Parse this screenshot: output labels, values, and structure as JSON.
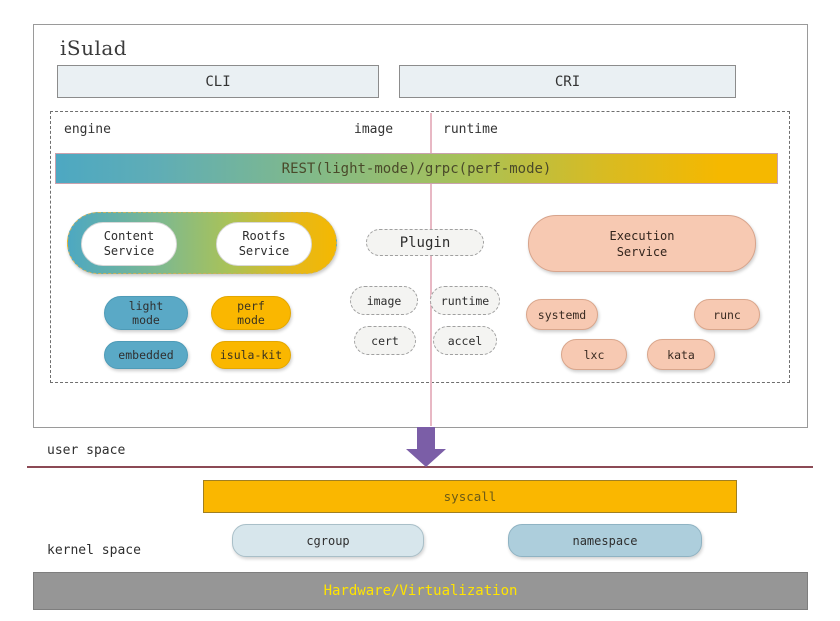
{
  "diagram": {
    "title": "iSulad",
    "interfaces": [
      {
        "name": "cli",
        "label": "CLI"
      },
      {
        "name": "cri",
        "label": "CRI"
      }
    ],
    "columns": [
      {
        "name": "engine",
        "label": "engine"
      },
      {
        "name": "image",
        "label": "image"
      },
      {
        "name": "runtime",
        "label": "runtime"
      }
    ],
    "rest_bar": {
      "label": "REST(light-mode)/grpc(perf-mode)",
      "gradient_from": "#4da8c2",
      "gradient_mid": "#a9c258",
      "gradient_to": "#f5b800"
    },
    "service_group": {
      "items": [
        {
          "name": "content-service",
          "line1": "Content",
          "line2": "Service"
        },
        {
          "name": "rootfs-service",
          "line1": "Rootfs",
          "line2": "Service"
        }
      ]
    },
    "mode_pills": [
      {
        "name": "light-mode",
        "line1": "light",
        "line2": "mode",
        "color": "#5aa9c6"
      },
      {
        "name": "perf-mode",
        "line1": "perf",
        "line2": "mode",
        "color": "#fab700"
      },
      {
        "name": "embedded",
        "line1": "embedded",
        "line2": "",
        "color": "#5aa9c6"
      },
      {
        "name": "isula-kit",
        "line1": "isula-kit",
        "line2": "",
        "color": "#fab700"
      }
    ],
    "plugin": {
      "title": "Plugin",
      "items": [
        {
          "name": "image-plugin",
          "label": "image"
        },
        {
          "name": "runtime-plugin",
          "label": "runtime"
        },
        {
          "name": "cert-plugin",
          "label": "cert"
        },
        {
          "name": "accel-plugin",
          "label": "accel"
        }
      ]
    },
    "execution_service": {
      "line1": "Execution",
      "line2": "Service",
      "color": "#f7c9b2"
    },
    "runtimes": [
      {
        "name": "systemd",
        "label": "systemd"
      },
      {
        "name": "runc",
        "label": "runc"
      },
      {
        "name": "lxc",
        "label": "lxc"
      },
      {
        "name": "kata",
        "label": "kata"
      }
    ],
    "spaces": {
      "user_label": "user space",
      "kernel_label": "kernel space",
      "divider_color": "#8c4a55"
    },
    "syscall": {
      "label": "syscall",
      "arrow_color": "#7b5ea7",
      "color": "#fab700"
    },
    "kernel_components": [
      {
        "name": "cgroup",
        "label": "cgroup",
        "color": "#d7e6ec"
      },
      {
        "name": "namespace",
        "label": "namespace",
        "color": "#adcedc"
      }
    ],
    "hardware": {
      "label": "Hardware/Virtualization",
      "background": "#969696",
      "text_color": "#ffe400"
    }
  }
}
